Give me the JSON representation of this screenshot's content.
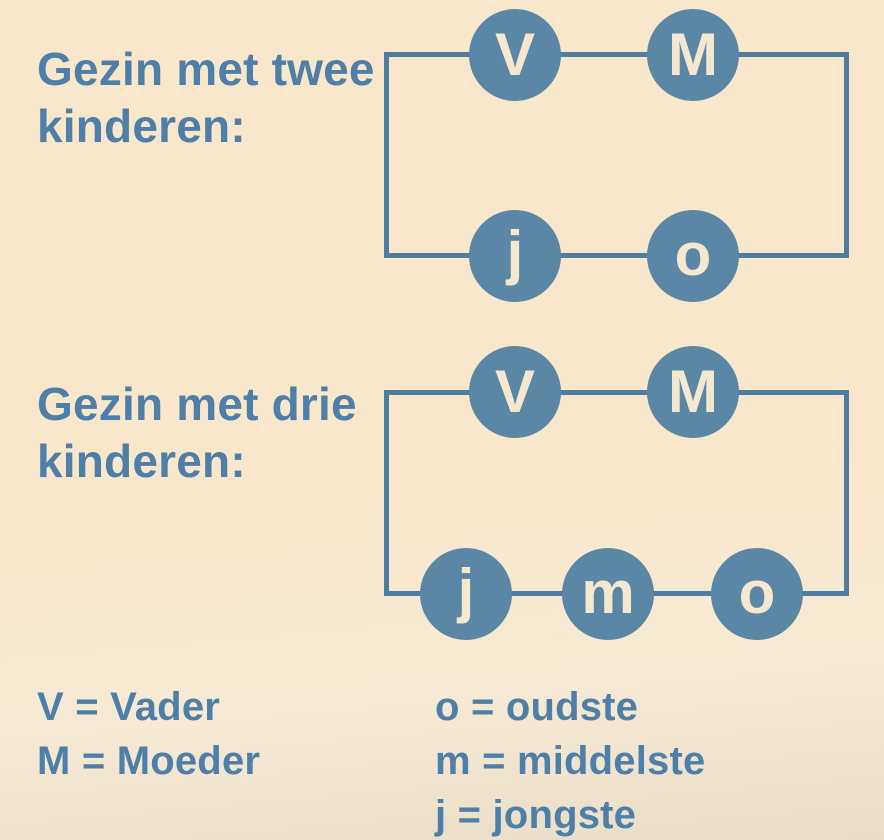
{
  "colors": {
    "bg_top": "#f9e7cc",
    "bg_mid": "#f6ead4",
    "bg_bottom": "#e9ddc8",
    "circle_blue": "#5b87a6",
    "line_blue": "#4f7da0",
    "text_blue": "#4d7fa8",
    "letter_cream": "#f6e8cf"
  },
  "family_two": {
    "title_line1": "Gezin met twee",
    "title_line2": "kinderen:",
    "nodes": {
      "father": "V",
      "mother": "M",
      "youngest": "j",
      "oldest": "o"
    }
  },
  "family_three": {
    "title_line1": "Gezin met drie",
    "title_line2": "kinderen:",
    "nodes": {
      "father": "V",
      "mother": "M",
      "youngest": "j",
      "middle": "m",
      "oldest": "o"
    }
  },
  "legend": {
    "parents": [
      "V = Vader",
      "M = Moeder"
    ],
    "children": [
      "o = oudste",
      "m = middelste",
      "j = jongste"
    ]
  }
}
